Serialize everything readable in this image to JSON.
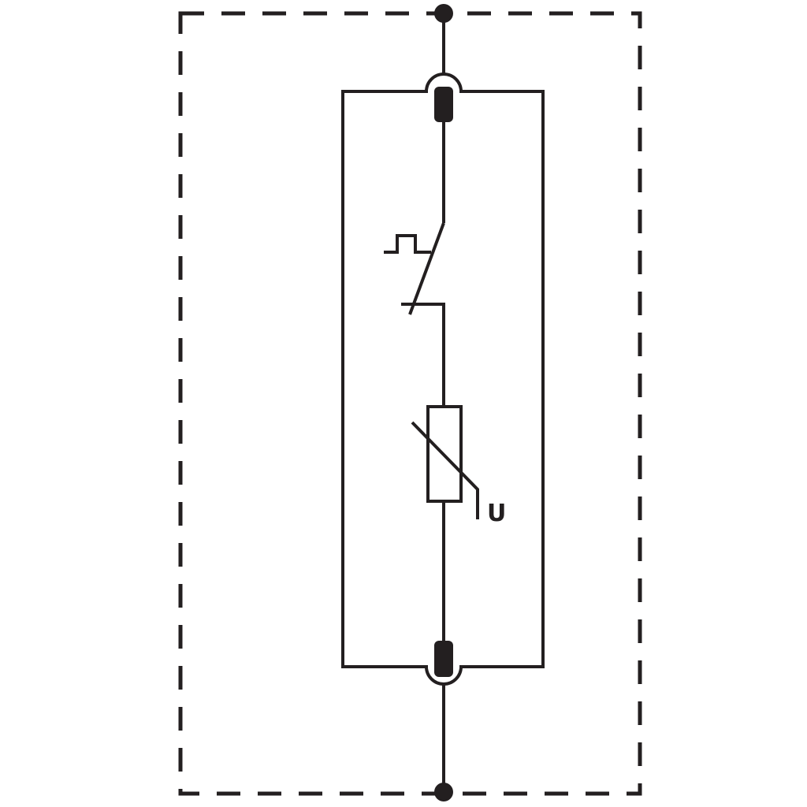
{
  "diagram": {
    "components": [
      {
        "id": "top-terminal",
        "kind": "terminal"
      },
      {
        "id": "top-plug-contact",
        "kind": "plug-in contact"
      },
      {
        "id": "thermal-disconnector",
        "kind": "switch with thermal release"
      },
      {
        "id": "varistor",
        "kind": "voltage-dependent resistor"
      },
      {
        "id": "bottom-plug-contact",
        "kind": "plug-in contact"
      },
      {
        "id": "bottom-terminal",
        "kind": "terminal"
      }
    ],
    "varistor_label": "U",
    "colors": {
      "line": "#231f20",
      "background": "#ffffff"
    }
  }
}
